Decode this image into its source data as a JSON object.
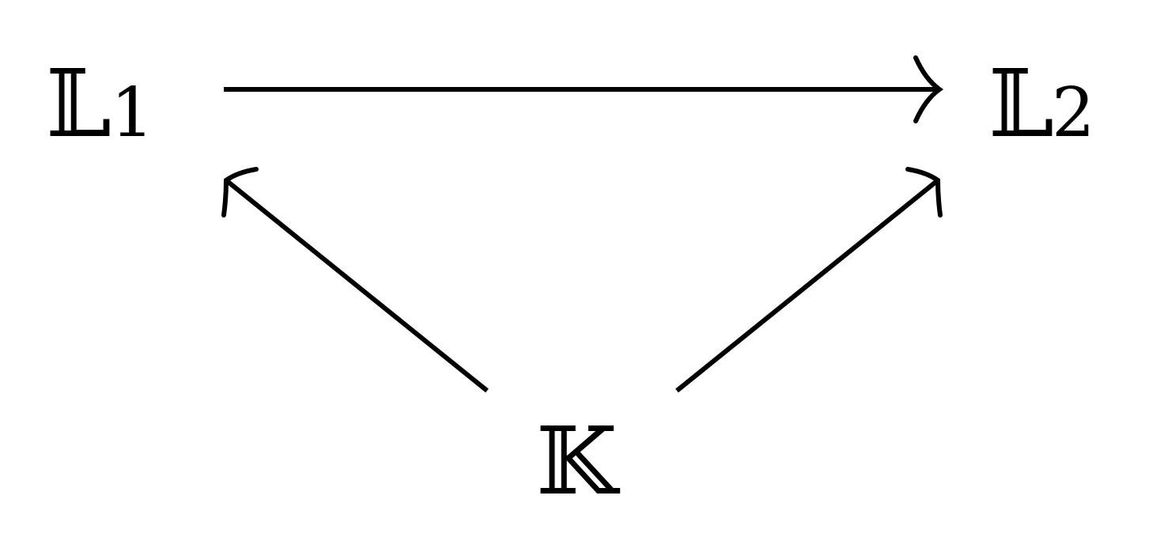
{
  "diagram": {
    "nodes": [
      {
        "id": "L1",
        "letter": "𝕃",
        "subscript": "1"
      },
      {
        "id": "L2",
        "letter": "𝕃",
        "subscript": "2"
      },
      {
        "id": "K",
        "letter": "𝕂",
        "subscript": ""
      }
    ],
    "edges": [
      {
        "from": "L1",
        "to": "L2"
      },
      {
        "from": "K",
        "to": "L1"
      },
      {
        "from": "K",
        "to": "L2"
      }
    ],
    "colors": {
      "stroke": "#000000",
      "background": "#ffffff"
    }
  }
}
